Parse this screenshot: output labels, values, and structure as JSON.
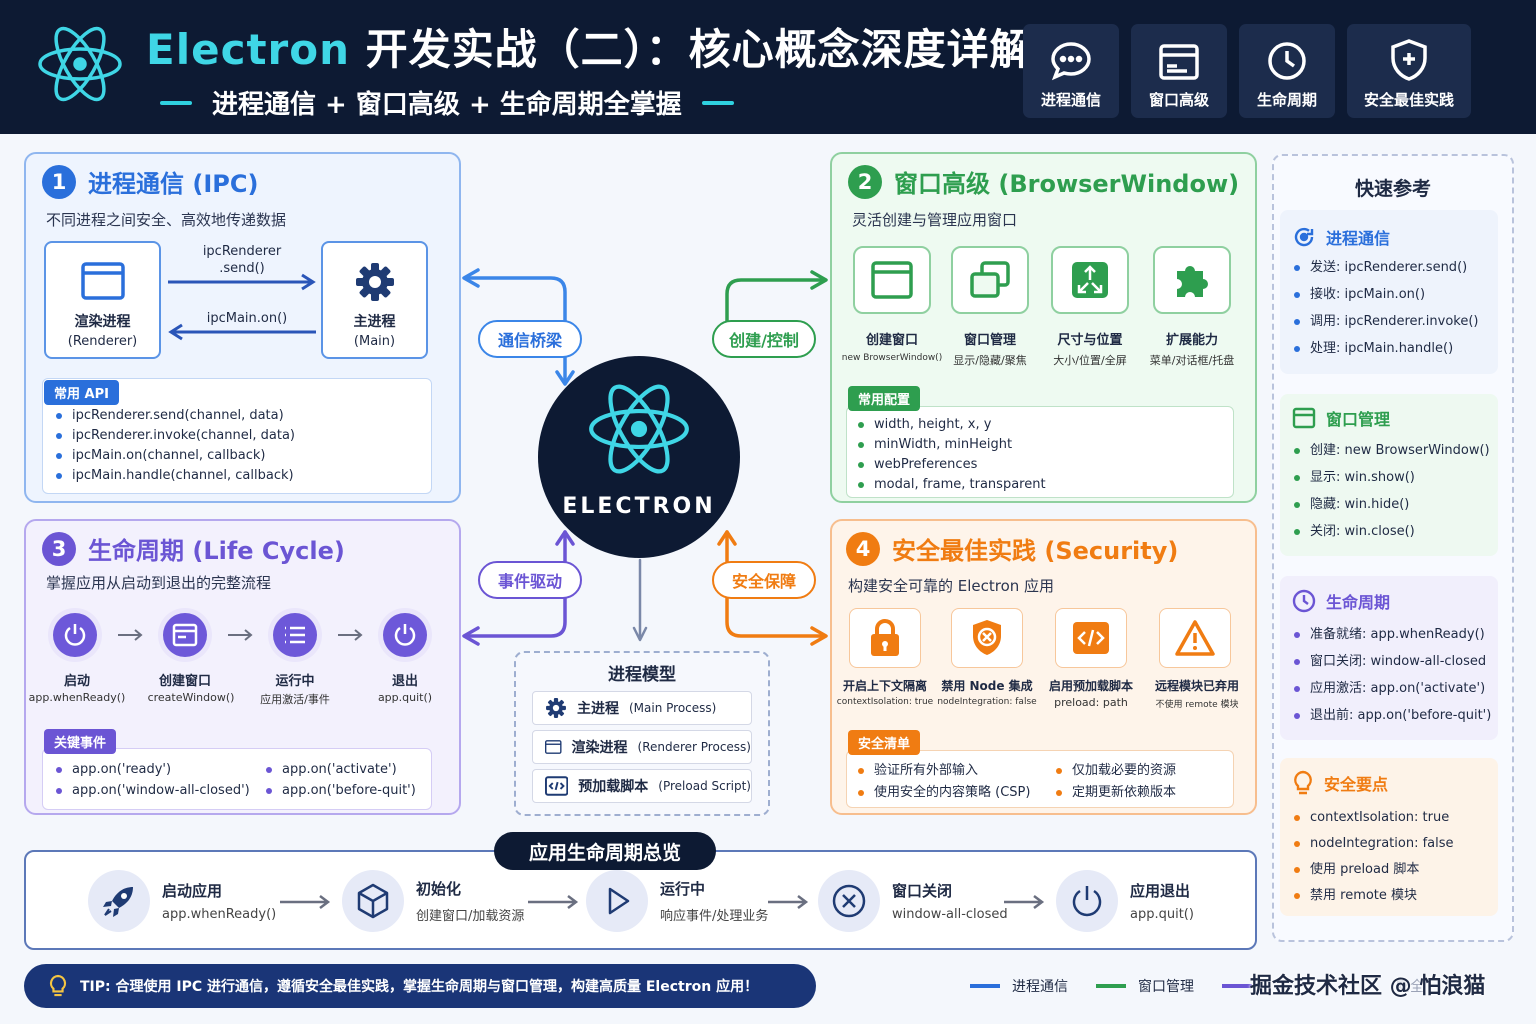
{
  "header": {
    "title_highlight": "Electron",
    "title_rest": " 开发实战（二）：核心概念深度详解",
    "subtitle": "进程通信 + 窗口高级 + 生命周期全掌握",
    "buttons": [
      {
        "label": "进程通信",
        "icon": "chat-icon"
      },
      {
        "label": "窗口高级",
        "icon": "window-icon"
      },
      {
        "label": "生命周期",
        "icon": "clock-icon"
      },
      {
        "label": "安全最佳实践",
        "icon": "shield-icon"
      }
    ]
  },
  "ipc": {
    "num": "1",
    "title": "进程通信 (IPC)",
    "desc": "不同进程之间安全、高效地传递数据",
    "renderer": {
      "label": "渲染进程",
      "sub": "(Renderer)"
    },
    "main": {
      "label": "主进程",
      "sub": "(Main)"
    },
    "send_label_1": "ipcRenderer",
    "send_label_2": ".send()",
    "on_label": "ipcMain.on()",
    "api_tag": "常用 API",
    "apis": [
      "ipcRenderer.send(channel, data)",
      "ipcRenderer.invoke(channel, data)",
      "ipcMain.on(channel, callback)",
      "ipcMain.handle(channel, callback)"
    ]
  },
  "window": {
    "num": "2",
    "title": "窗口高级 (BrowserWindow)",
    "desc": "灵活创建与管理应用窗口",
    "items": [
      {
        "label": "创建窗口",
        "sub": "new BrowserWindow()"
      },
      {
        "label": "窗口管理",
        "sub": "显示/隐藏/聚焦"
      },
      {
        "label": "尺寸与位置",
        "sub": "大小/位置/全屏"
      },
      {
        "label": "扩展能力",
        "sub": "菜单/对话框/托盘"
      }
    ],
    "config_tag": "常用配置",
    "configs": [
      "width, height, x, y",
      "minWidth, minHeight",
      "webPreferences",
      "modal, frame, transparent"
    ]
  },
  "lifecycle": {
    "num": "3",
    "title": "生命周期 (Life Cycle)",
    "desc": "掌握应用从启动到退出的完整流程",
    "steps": [
      {
        "label": "启动",
        "sub": "app.whenReady()"
      },
      {
        "label": "创建窗口",
        "sub": "createWindow()"
      },
      {
        "label": "运行中",
        "sub": "应用激活/事件"
      },
      {
        "label": "退出",
        "sub": "app.quit()"
      }
    ],
    "events_tag": "关键事件",
    "events": [
      "app.on('ready')",
      "app.on('activate')",
      "app.on('window-all-closed')",
      "app.on('before-quit')"
    ]
  },
  "security": {
    "num": "4",
    "title": "安全最佳实践 (Security)",
    "desc": "构建安全可靠的 Electron 应用",
    "items": [
      {
        "label": "开启上下文隔离",
        "sub": "contextIsolation: true"
      },
      {
        "label": "禁用 Node 集成",
        "sub": "nodeIntegration: false"
      },
      {
        "label": "启用预加载脚本",
        "sub": "preload: path"
      },
      {
        "label": "远程模块已弃用",
        "sub": "不使用 remote 模块"
      }
    ],
    "checklist_tag": "安全清单",
    "checklist": [
      "验证所有外部输入",
      "仅加载必要的资源",
      "使用安全的内容策略 (CSP)",
      "定期更新依赖版本"
    ]
  },
  "center": {
    "label": "ELECTRON",
    "pills": [
      "通信桥梁",
      "创建/控制",
      "事件驱动",
      "安全保障"
    ]
  },
  "process_model": {
    "title": "进程模型",
    "rows": [
      {
        "label": "主进程",
        "sub": "(Main Process)"
      },
      {
        "label": "渲染进程",
        "sub": "(Renderer Process)"
      },
      {
        "label": "预加载脚本",
        "sub": "(Preload Script)"
      }
    ]
  },
  "overview": {
    "title": "应用生命周期总览",
    "steps": [
      {
        "label": "启动应用",
        "sub": "app.whenReady()"
      },
      {
        "label": "初始化",
        "sub": "创建窗口/加载资源"
      },
      {
        "label": "运行中",
        "sub": "响应事件/处理业务"
      },
      {
        "label": "窗口关闭",
        "sub": "window-all-closed"
      },
      {
        "label": "应用退出",
        "sub": "app.quit()"
      }
    ]
  },
  "quickref": {
    "title": "快速参考",
    "sections": [
      {
        "title": "进程通信",
        "items": [
          "发送: ipcRenderer.send()",
          "接收: ipcMain.on()",
          "调用: ipcRenderer.invoke()",
          "处理: ipcMain.handle()"
        ]
      },
      {
        "title": "窗口管理",
        "items": [
          "创建: new BrowserWindow()",
          "显示: win.show()",
          "隐藏: win.hide()",
          "关闭: win.close()"
        ]
      },
      {
        "title": "生命周期",
        "items": [
          "准备就绪: app.whenReady()",
          "窗口关闭: window-all-closed",
          "应用激活: app.on('activate')",
          "退出前: app.on('before-quit')"
        ]
      },
      {
        "title": "安全要点",
        "items": [
          "contextIsolation: true",
          "nodeIntegration: false",
          "使用 preload 脚本",
          "禁用 remote 模块"
        ]
      }
    ]
  },
  "footer": {
    "tip": "TIP: 合理使用 IPC 进行通信，遵循安全最佳实践，掌握生命周期与窗口管理，构建高质量 Electron 应用！",
    "legend": [
      "进程通信",
      "窗口管理",
      "安全"
    ],
    "watermark": "掘金技术社区 @ 怕浪猫"
  },
  "colors": {
    "blue": "#2a6fdb",
    "green": "#2e9e4f",
    "purple": "#6b55d4",
    "orange": "#f07c12",
    "navy": "#0d1a33",
    "cyan": "#3fd6e6"
  }
}
